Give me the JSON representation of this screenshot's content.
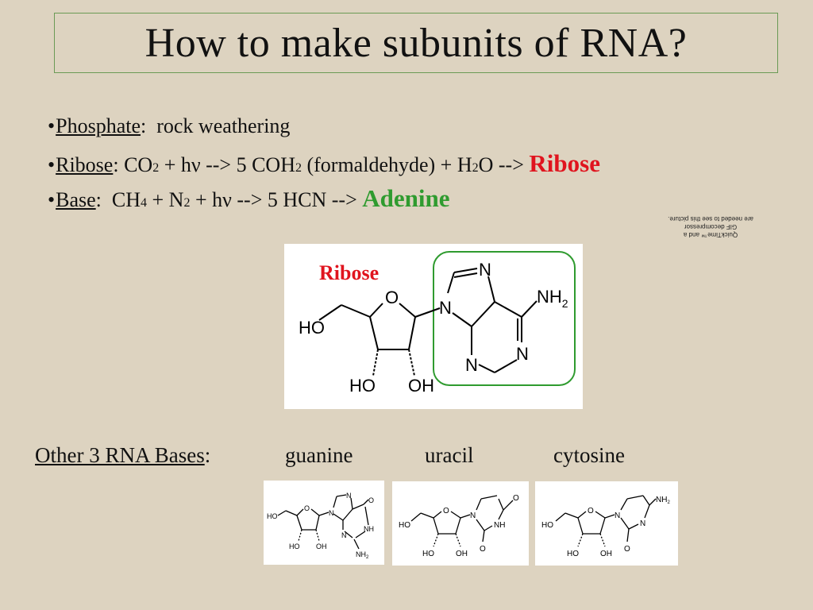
{
  "title": "How to make subunits of RNA?",
  "bullets": {
    "phosphate": {
      "term": "Phosphate",
      "text": ":  rock weathering"
    },
    "ribose": {
      "term": "Ribose",
      "p1": ": CO",
      "s1": "2",
      "p2": " + hν --> 5 COH",
      "s2": "2",
      "p3": " (formaldehyde) + H",
      "s3": "2",
      "p4": "O --> ",
      "result": "Ribose"
    },
    "base": {
      "term": "Base",
      "p1": ":  CH",
      "s1": "4",
      "p2": " + N",
      "s2": "2",
      "p3": " + hν --> 5 HCN --> ",
      "result": "Adenine"
    }
  },
  "quicktime_note": [
    "QuickTime™ and a",
    "GIF decompressor",
    "are needed to see this picture."
  ],
  "main_molecule": {
    "label": "Ribose",
    "atoms": {
      "o_ring": "O",
      "n9": "N",
      "n7": "N",
      "n3": "N",
      "n1": "N",
      "nh2": "NH",
      "nh2_sub": "2",
      "ho5": "HO",
      "ho2": "HO",
      "oh3": "OH"
    }
  },
  "other_bases": {
    "label": "Other 3 RNA Bases",
    "colon": ":",
    "names": [
      "guanine",
      "uracil",
      "cytosine"
    ]
  },
  "small_labels": {
    "ho": "HO",
    "oh": "OH",
    "o": "O",
    "n": "N",
    "nh": "NH",
    "nh2": "NH",
    "sub2": "2"
  },
  "colors": {
    "background": "#ddd3c0",
    "ribose_red": "#e0141e",
    "adenine_green": "#2f9b2f",
    "title_border": "#6a9a55"
  }
}
